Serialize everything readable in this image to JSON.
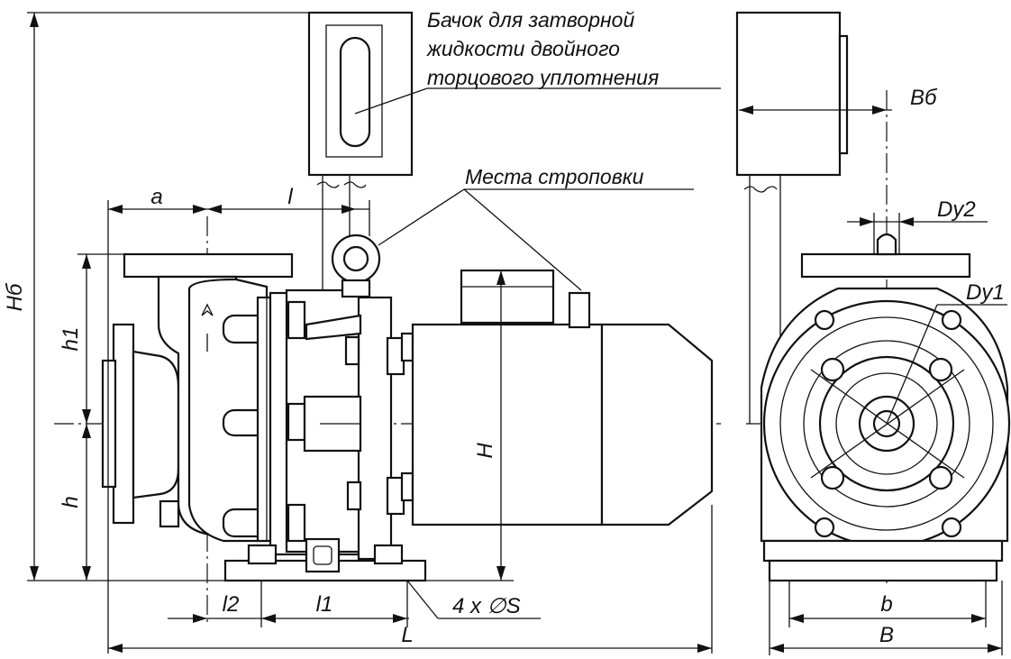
{
  "title": "",
  "notes": {
    "tank_line1": "Бачок для затворной",
    "tank_line2": "жидкости двойного",
    "tank_line3": "торцового уплотнения",
    "lifting_points": "Места строповки"
  },
  "dimensions": {
    "Hb": "Hб",
    "h1": "h1",
    "h": "h",
    "H": "H",
    "a": "a",
    "l": "l",
    "l2": "l2",
    "l1": "l1",
    "holes": "4 x ∅S",
    "L": "L",
    "Bb": "Bб",
    "Dy2": "Dy2",
    "Dy1": "Dy1",
    "b": "b",
    "B": "B"
  }
}
